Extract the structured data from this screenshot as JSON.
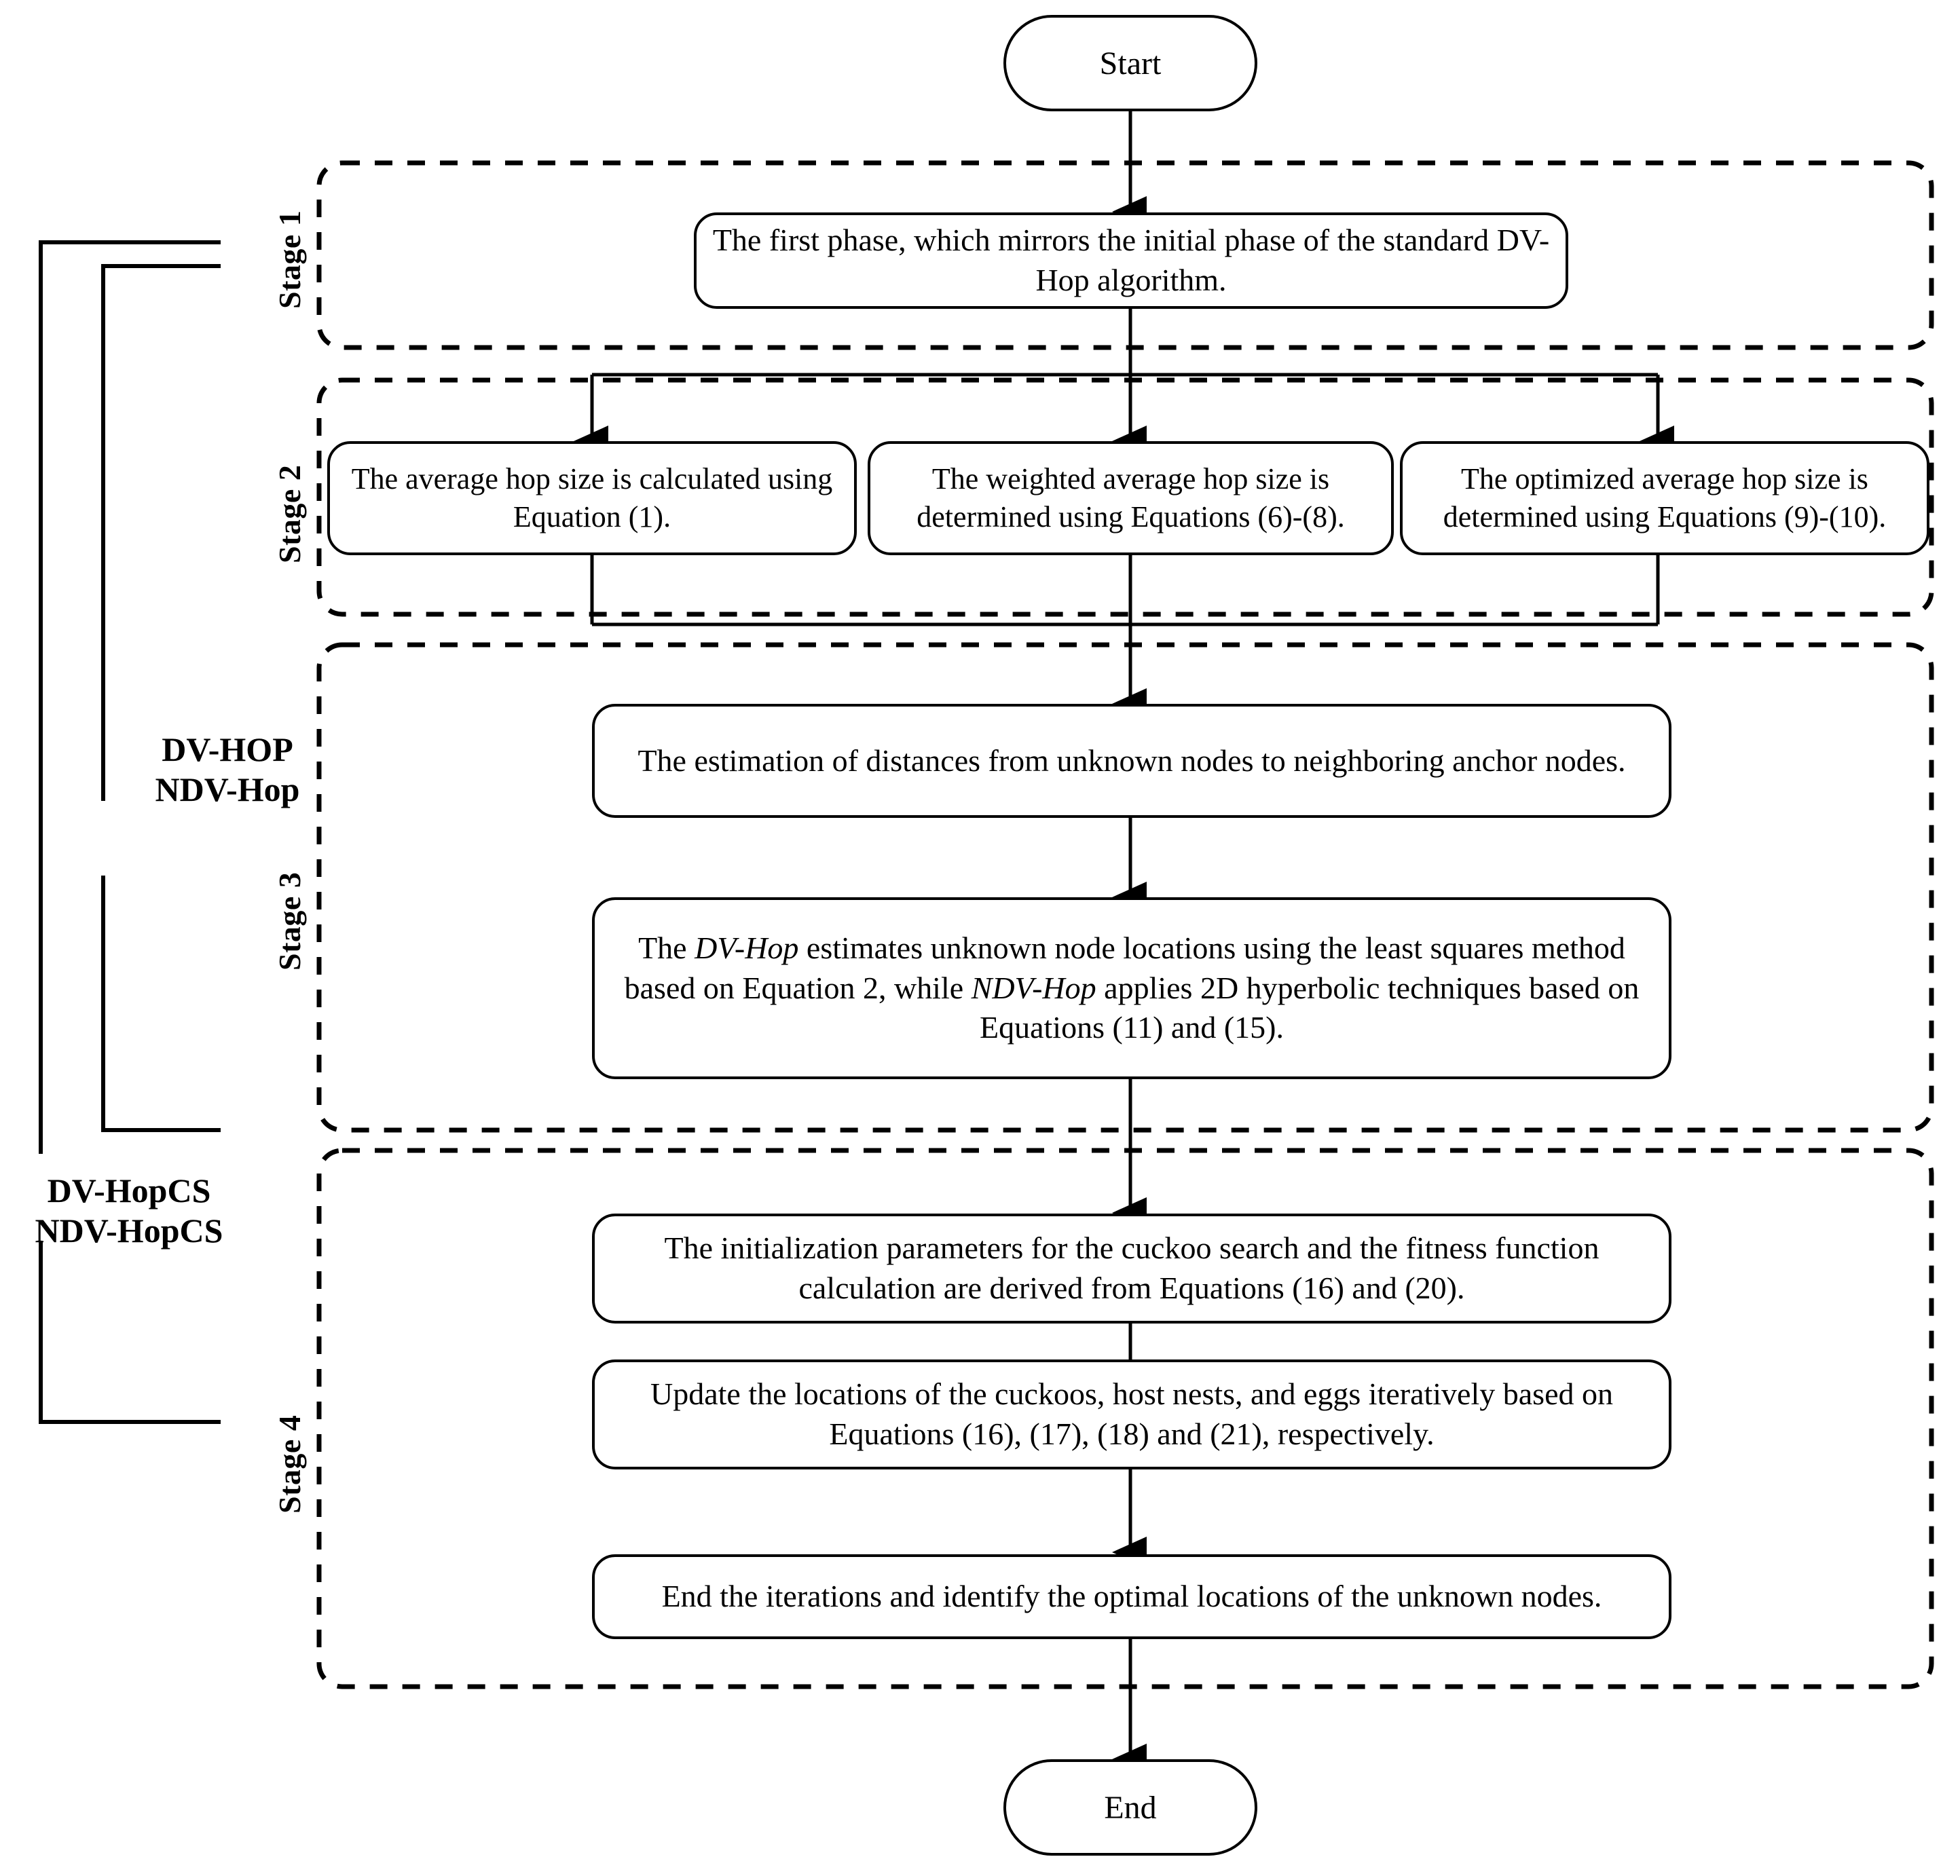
{
  "diagram": {
    "title": "DV-Hop / NDV-Hop and Cuckoo Search localization flowchart",
    "terminators": {
      "start": "Start",
      "end": "End"
    },
    "stage_labels": {
      "stage1": "Stage 1",
      "stage2": "Stage 2",
      "stage3": "Stage 3",
      "stage4": "Stage 4"
    },
    "group_labels": {
      "upper_line1": "DV-HOP",
      "upper_line2": "NDV-Hop",
      "lower_line1": "DV-HopCS",
      "lower_line2": "NDV-HopCS"
    },
    "nodes": {
      "stage1_box": "The first phase, which mirrors the initial phase of the standard DV-Hop algorithm.",
      "stage2_left": "The average hop size is calculated using Equation (1).",
      "stage2_center": "The weighted average hop size is determined using Equations (6)-(8).",
      "stage2_right": "The optimized average hop size is determined using Equations (9)-(10).",
      "stage3_box1": "The estimation of distances from unknown nodes to neighboring anchor nodes.",
      "stage3_box2_part1": "The ",
      "stage3_box2_em1": "DV-Hop",
      "stage3_box2_part2": " estimates unknown node locations using the least squares method based on Equation 2, while ",
      "stage3_box2_em2": "NDV-Hop",
      "stage3_box2_part3": " applies 2D hyperbolic techniques based on Equations (11) and (15).",
      "stage4_box1": "The initialization parameters for the cuckoo search and the fitness function calculation are derived from Equations (16) and (20).",
      "stage4_box2": "Update the locations of the cuckoos, host nests, and eggs iteratively based on Equations (16), (17), (18) and (21), respectively.",
      "stage4_box3": "End the iterations and identify the optimal locations of the unknown nodes."
    },
    "colors": {
      "stroke": "#000000",
      "background": "#ffffff"
    }
  }
}
